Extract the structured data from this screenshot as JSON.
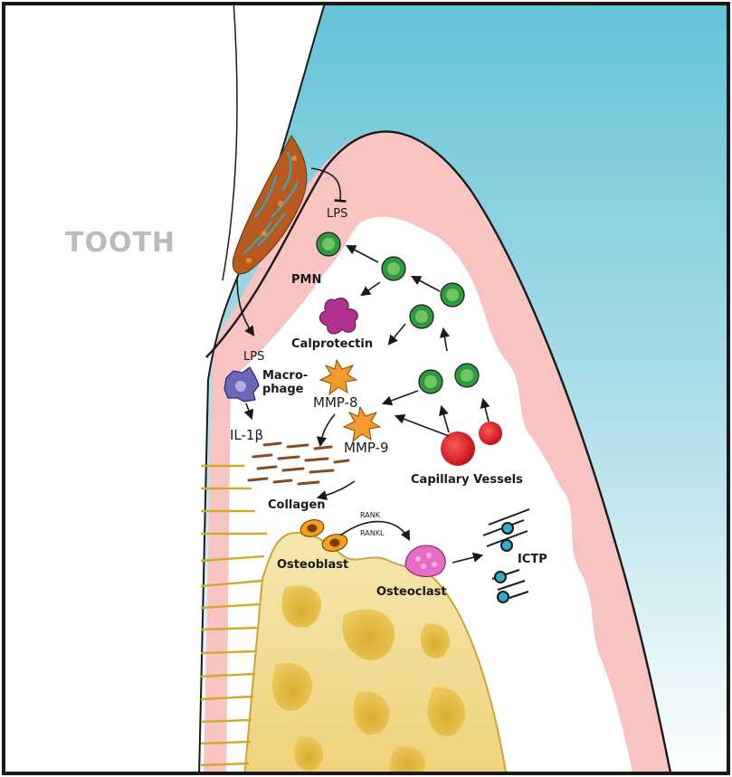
{
  "labels": {
    "tooth": "TOOTH",
    "lps_top": "LPS",
    "pmn": "PMN",
    "calprotectin": "Calprotectin",
    "lps_left": "LPS",
    "macrophage_1": "Macro-",
    "macrophage_2": "phage",
    "mmp8": "MMP-8",
    "mmp9": "MMP-9",
    "il1b": "IL-1β",
    "capillary": "Capillary Vessels",
    "collagen": "Collagen",
    "rank": "RANK",
    "rankl": "RANKL",
    "osteoblast": "Osteoblast",
    "osteoclast": "Osteoclast",
    "ictp": "ICTP"
  },
  "colors": {
    "sky": "#6cc6d9",
    "gingiva": "#f7c4c2",
    "bone": "#f1d77f",
    "bone_edge": "#c9a53a",
    "pmn": "#2f9a3d",
    "calprotectin": "#b2338f",
    "mmp": "#f59a2e",
    "vessel": "#d81d24",
    "macrophage": "#6a68b6",
    "plaque": "#b85a1e",
    "ictp": "#2eaecb",
    "osteoclast": "#e86cc4"
  }
}
